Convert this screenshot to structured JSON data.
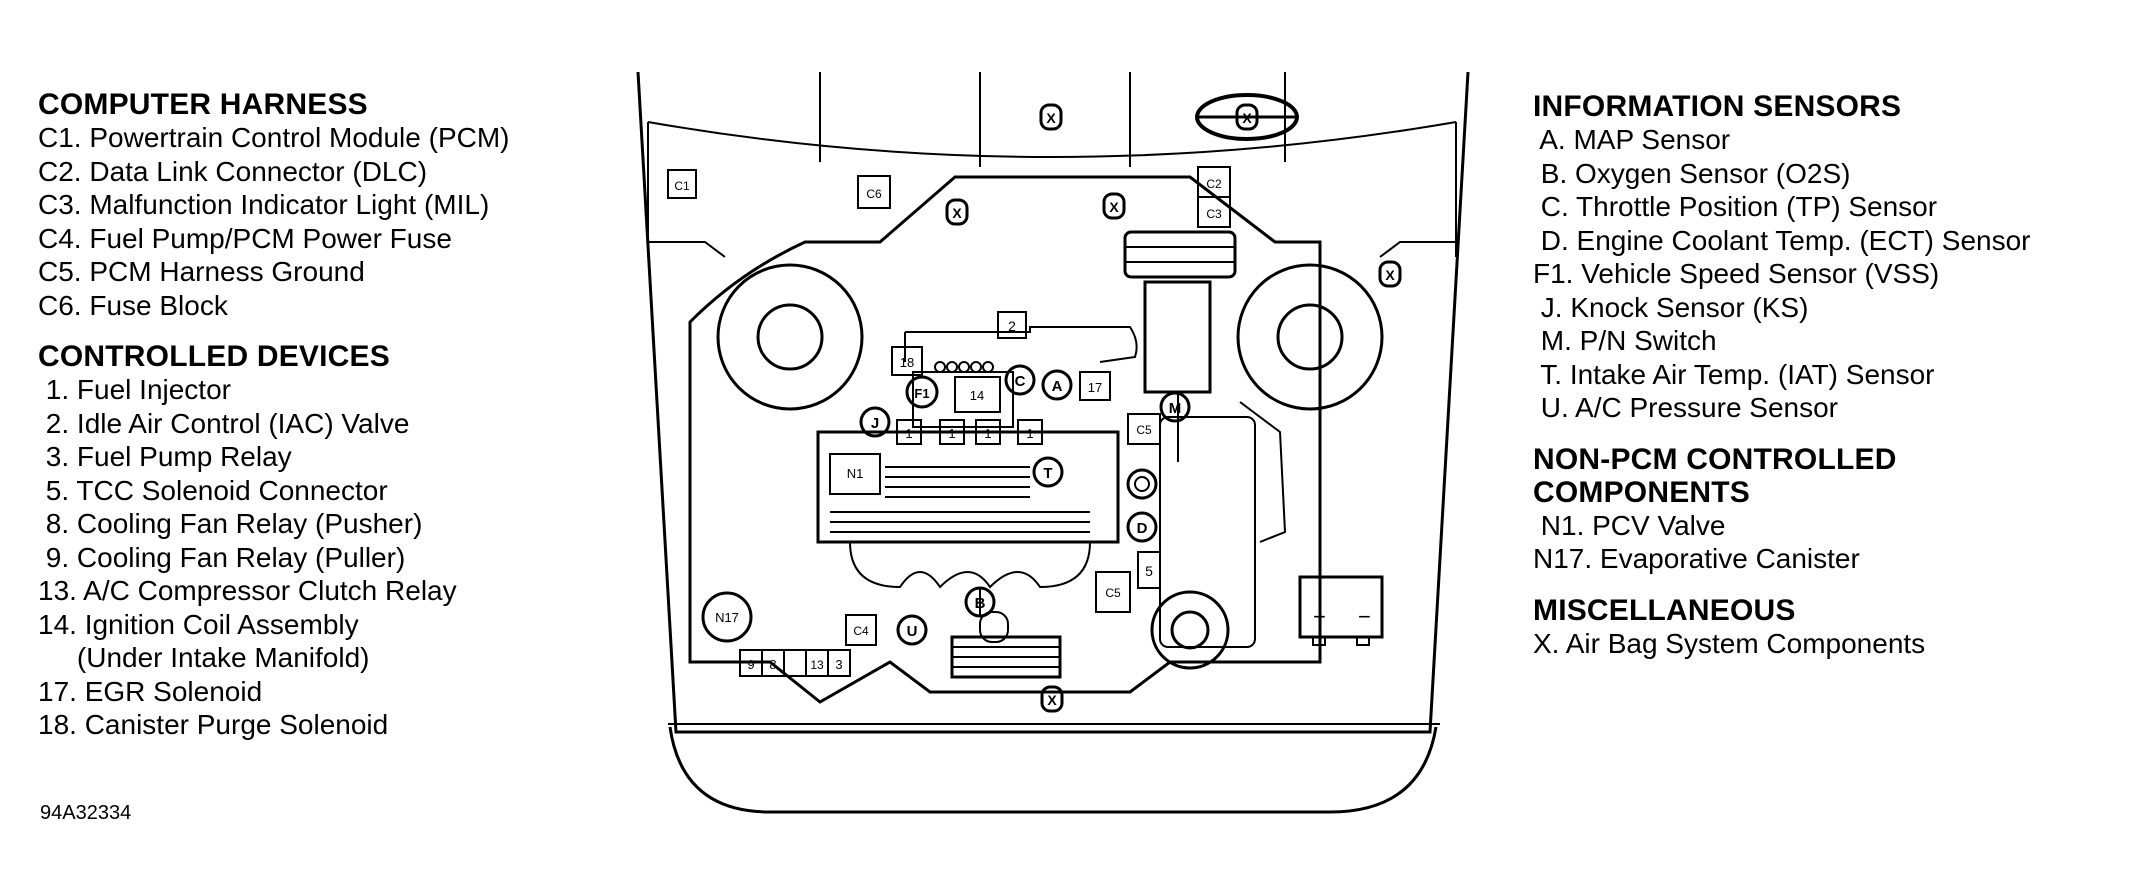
{
  "left_legend": {
    "computer_harness": {
      "title": "COMPUTER HARNESS",
      "items": [
        "C1. Powertrain Control Module (PCM)",
        "C2. Data Link Connector (DLC)",
        "C3. Malfunction Indicator Light (MIL)",
        "C4. Fuel Pump/PCM Power Fuse",
        "C5. PCM Harness Ground",
        "C6. Fuse Block"
      ]
    },
    "controlled_devices": {
      "title": "CONTROLLED DEVICES",
      "items": [
        " 1. Fuel Injector",
        " 2. Idle Air Control (IAC) Valve",
        " 3. Fuel Pump Relay",
        " 5. TCC Solenoid Connector",
        " 8. Cooling Fan Relay (Pusher)",
        " 9. Cooling Fan Relay (Puller)",
        "13. A/C Compressor Clutch Relay",
        "14. Ignition Coil Assembly",
        "     (Under Intake Manifold)",
        "17. EGR Solenoid",
        "18. Canister Purge Solenoid"
      ]
    }
  },
  "right_legend": {
    "information_sensors": {
      "title": "INFORMATION SENSORS",
      "items": [
        " A. MAP Sensor",
        " B. Oxygen Sensor (O2S)",
        " C. Throttle Position (TP) Sensor",
        " D. Engine Coolant Temp. (ECT) Sensor",
        "F1. Vehicle Speed Sensor (VSS)",
        " J. Knock Sensor (KS)",
        " M. P/N Switch",
        " T. Intake Air Temp. (IAT) Sensor",
        " U. A/C Pressure Sensor"
      ]
    },
    "non_pcm": {
      "title_line1": "NON-PCM CONTROLLED",
      "title_line2": "COMPONENTS",
      "items": [
        " N1. PCV Valve",
        "N17. Evaporative Canister"
      ]
    },
    "misc": {
      "title": "MISCELLANEOUS",
      "items": [
        "X. Air Bag System Components"
      ]
    }
  },
  "figure_code": "94A32334",
  "diagram_labels": {
    "C1": "C1",
    "C2": "C2",
    "C3": "C3",
    "C4": "C4",
    "C5": "C5",
    "C6": "C6",
    "X": "X",
    "N1": "N1",
    "N17": "N17",
    "A": "A",
    "B": "B",
    "C": "C",
    "D": "D",
    "F1": "F1",
    "J": "J",
    "M": "M",
    "T": "T",
    "U": "U",
    "n1": "1",
    "n2": "2",
    "n3": "3",
    "n5": "5",
    "n8": "8",
    "n9": "9",
    "n13": "13",
    "n14": "14",
    "n17": "17",
    "n18": "18",
    "plus": "+",
    "minus": "−"
  }
}
